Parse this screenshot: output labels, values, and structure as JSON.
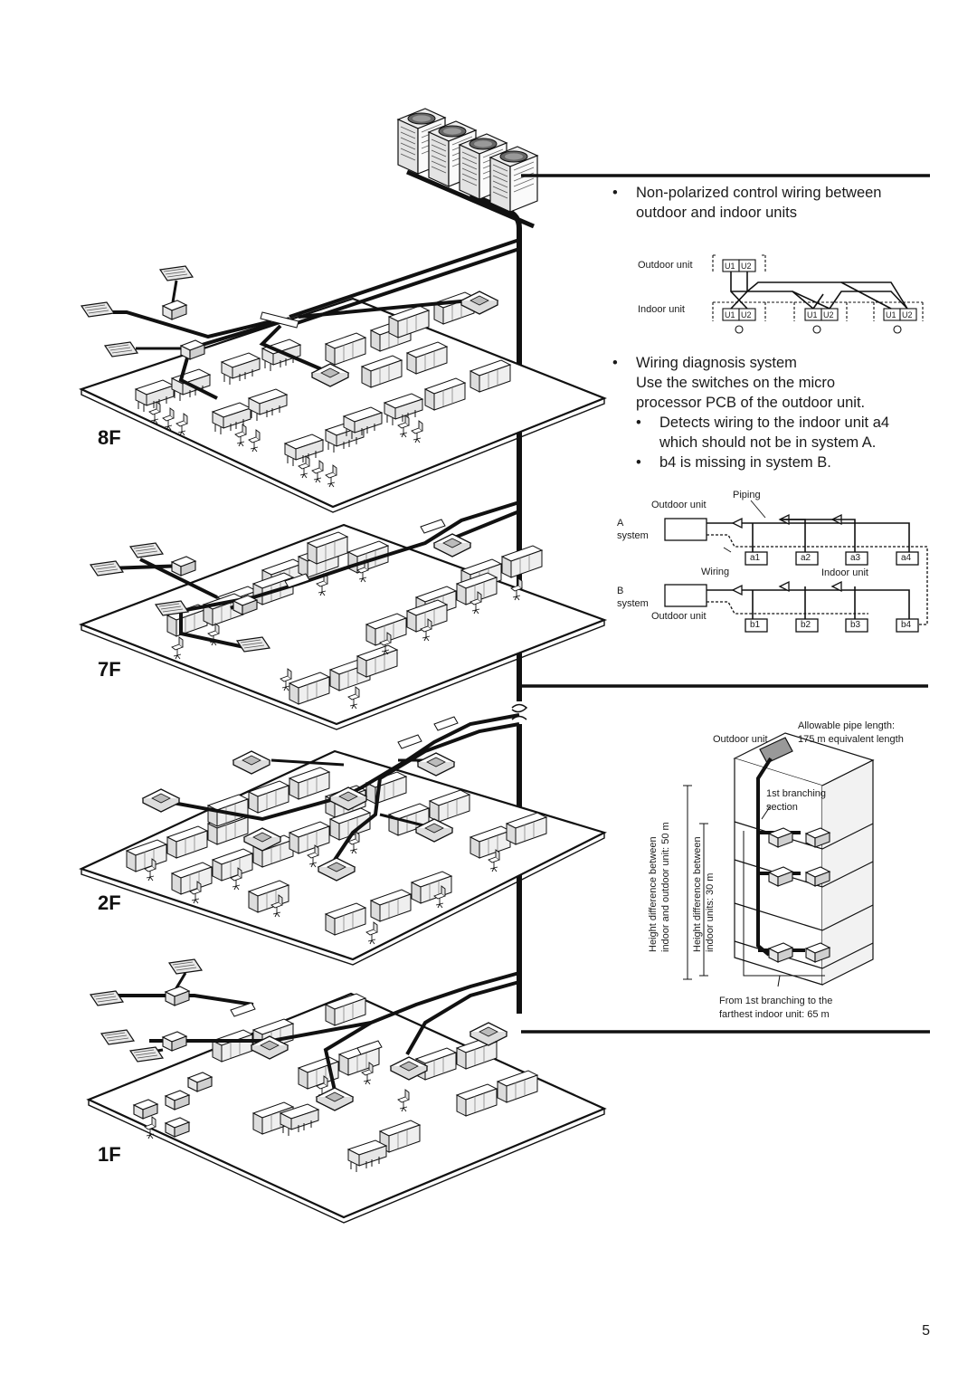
{
  "floors": [
    "8F",
    "7F",
    "2F",
    "1F"
  ],
  "wiring_panel": {
    "bullet": "•",
    "title_line1": "Non-polarized control wiring between",
    "title_line2": "outdoor and indoor units",
    "outdoor_unit_label": "Outdoor unit",
    "indoor_unit_label": "Indoor unit",
    "terminal_u1": "U1",
    "terminal_u2": "U2"
  },
  "diagnosis_panel": {
    "bullet": "•",
    "title": "Wiring diagnosis system",
    "line1": "Use the switches on the micro",
    "line2": "processor PCB of the outdoor unit.",
    "sub1_line1": "Detects wiring to the indoor unit a4",
    "sub1_line2": "which should not be in system A.",
    "sub2": "b4 is missing in system B.",
    "piping_label": "Piping",
    "outdoor_unit_label": "Outdoor unit",
    "a_system_line1": "A",
    "a_system_line2": "system",
    "b_system_line1": "B",
    "b_system_line2": "system",
    "wiring_label": "Wiring",
    "indoor_unit_label": "Indoor unit",
    "units_a": [
      "a1",
      "a2",
      "a3",
      "a4"
    ],
    "units_b": [
      "b1",
      "b2",
      "b3",
      "b4"
    ]
  },
  "pipe_length_panel": {
    "allowable_line1": "Allowable pipe length:",
    "allowable_line2": "175 m equivalent length",
    "outdoor_unit_label": "Outdoor unit",
    "branching_line1": "1st branching",
    "branching_line2": "section",
    "height_outdoor_line1": "Height difference between",
    "height_outdoor_line2": "indoor and outdoor unit: 50 m",
    "height_indoor_line1": "Height difference between",
    "height_indoor_line2": "indoor units: 30 m",
    "farthest_line1": "From 1st branching to the",
    "farthest_line2": "farthest indoor unit: 65 m"
  },
  "page_number": "5"
}
